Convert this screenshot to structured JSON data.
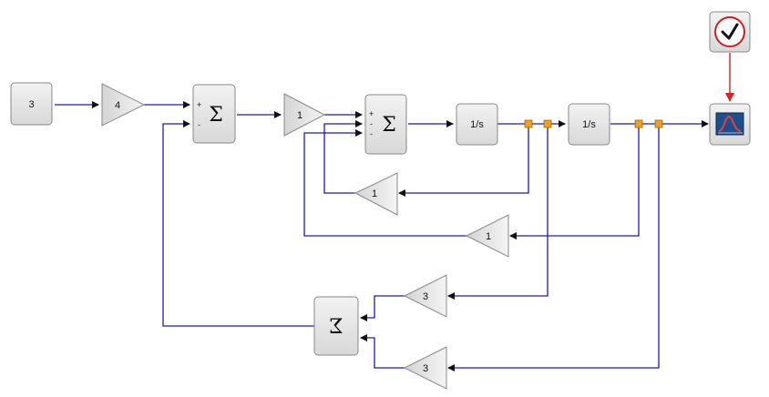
{
  "blocks": {
    "constant": {
      "value": "3"
    },
    "gain_main": {
      "value": "4"
    },
    "sum1": {
      "symbol": "Σ",
      "signs": [
        "+",
        "-"
      ]
    },
    "gain_mid": {
      "value": "1"
    },
    "sum2": {
      "symbol": "Σ",
      "signs": [
        "+",
        "-",
        "-"
      ]
    },
    "integrator1": {
      "label": "1/s"
    },
    "integrator2": {
      "label": "1/s"
    },
    "gain_fb1": {
      "value": "1"
    },
    "gain_fb2": {
      "value": "1"
    },
    "gain_fb3": {
      "value": "3"
    },
    "gain_fb4": {
      "value": "3"
    },
    "sum3": {
      "symbol": "Σ"
    },
    "clock": {
      "icon": "clock-icon"
    },
    "scope": {
      "icon": "scope-icon"
    }
  },
  "colors": {
    "signal_link": "#1c1ca8",
    "event_link": "#e0201c",
    "block_fill": "#e6e6e6",
    "block_border": "#888888",
    "split_point": "#f0a020",
    "clock_ring": "#cc1f1f"
  }
}
